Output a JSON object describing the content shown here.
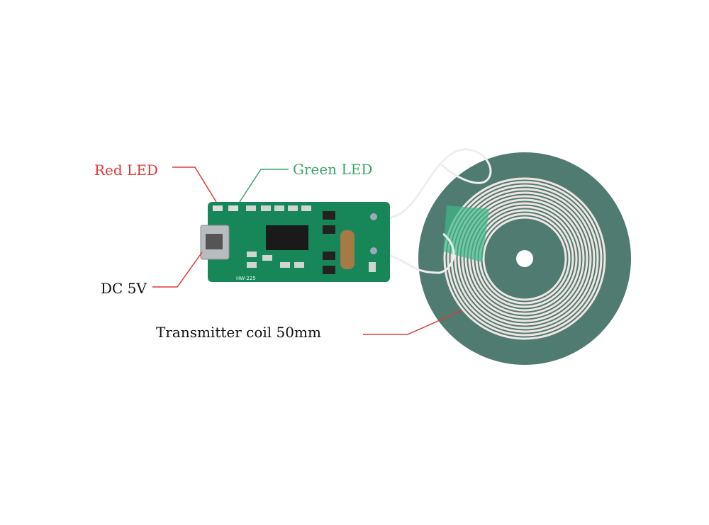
{
  "labels": {
    "red_led": "Red LED",
    "green_led": "Green LED",
    "dc": "DC 5V",
    "coil": "Transmitter coil 50mm"
  },
  "board": {
    "silkscreen": "HW-225"
  },
  "colors": {
    "red": "#e0383a",
    "green": "#3aa56a",
    "text": "#111111",
    "pcb": "#17875a",
    "coil_base": "#4f7b71",
    "coil_wire": "#f1e6e4"
  }
}
